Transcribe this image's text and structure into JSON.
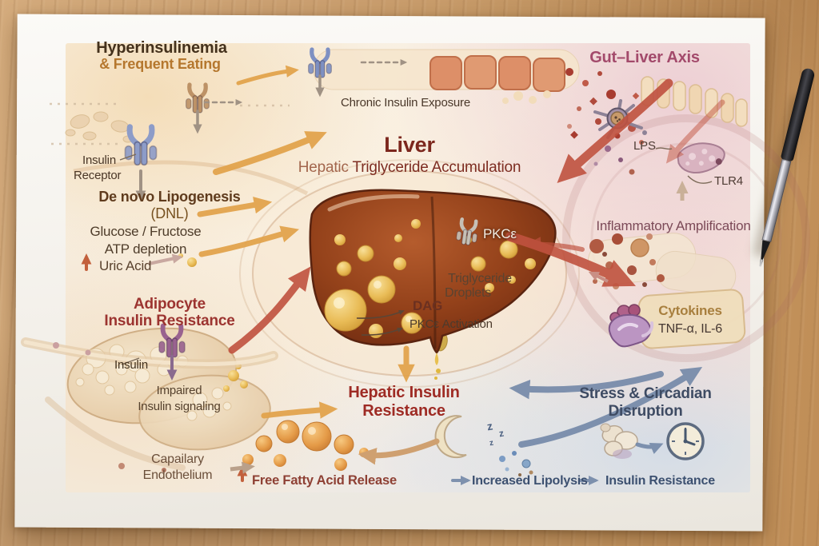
{
  "labels": {
    "top_left": {
      "heading1": "Hyperinsulinemia",
      "heading2": "& Frequent Eating",
      "receptor1": "Insulin",
      "receptor2": "Receptor",
      "dnl1": "De novo Lipogenesis",
      "dnl2": "(DNL)",
      "glucose": "Glucose / Fructose",
      "atp": "ATP depletion",
      "uric": "Uric Acid"
    },
    "top_center": {
      "chronic": "Chronic Insulin Exposure"
    },
    "top_right": {
      "heading": "Gut–Liver Axis",
      "lps": "LPS",
      "tlr4": "TLR4"
    },
    "center": {
      "liver": "Liver",
      "sub1": "Hepatic",
      "sub2": "Triglyceride Accumulation",
      "pkce": "PKCε",
      "tg1": "Triglyceride",
      "tg2": "Droplets",
      "dag": "DAG",
      "pkce_act": "PKCε Activation",
      "hir1": "Hepatic Insulin",
      "hir2": "Resistance"
    },
    "left": {
      "adipo1": "Adipocyte",
      "adipo2": "Insulin Resistance",
      "insulin": "Insulin",
      "imp1": "Impaired",
      "imp2": "Insulin signaling"
    },
    "bottom_left": {
      "cap1": "Capailary",
      "cap2": "Endothelium",
      "ffa": "Free Fatty Acid Release"
    },
    "right": {
      "inflam": "Inflammatory Amplification",
      "cyto": "Cytokines",
      "tnf": "TNF-α, IL-6"
    },
    "bottom_right": {
      "stress1": "Stress & Circadian",
      "stress2": "Disruption",
      "lipo": "Increased Lipolysis",
      "ir": "Insulin Resistance"
    },
    "sleep": {
      "z": "z"
    }
  },
  "colors": {
    "desk_wood": "#cda273",
    "paper": "#f7f4ee",
    "orange_arrow": "#e2a249",
    "red_arrow": "#c0523f",
    "blue_arrow": "#7388a8",
    "maroon_heading": "#8a3226",
    "plum_heading": "#a34a6b",
    "slate_heading": "#3e4b63",
    "liver_fill": "#8a3a18",
    "fat_droplet": "#e8b95a"
  }
}
